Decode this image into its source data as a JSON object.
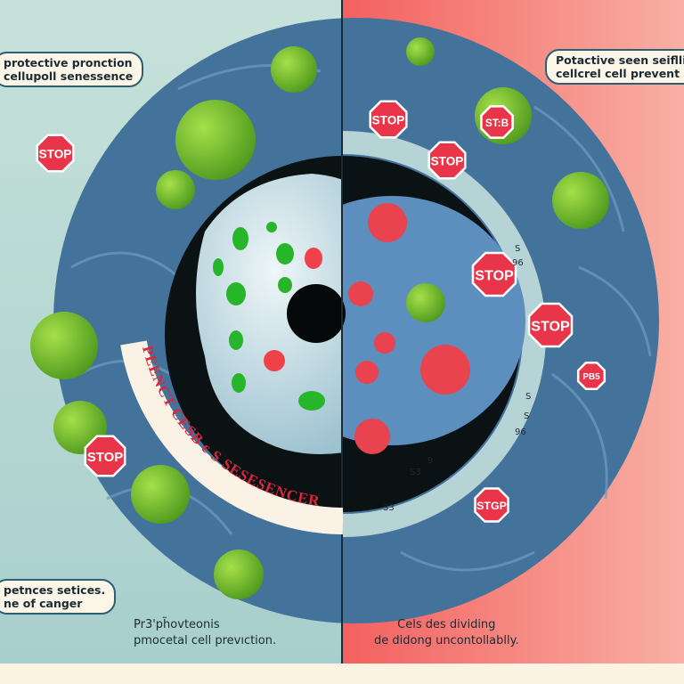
{
  "left_panel": {
    "background": "#b9d9d3",
    "top_bubble": [
      "protective pronction",
      "cellupoll senessence"
    ],
    "bottom_bubble": [
      "petnces setices.",
      "ne of canger"
    ],
    "caption": [
      "Pr3'ph̃ovteonis",
      "pmocetal cell prevıction."
    ],
    "band_label": "PEENCT CESB ε S SESESENCER"
  },
  "right_panel": {
    "background": "#f47a76",
    "top_bubble": [
      "Potactive seen seiflli",
      "cellcrel cell prevent"
    ],
    "caption": [
      "Cels des dividing",
      "de didong uncontollablly."
    ],
    "ring_labels": [
      "S",
      "96",
      "S",
      "S",
      "96",
      "9",
      "S3",
      "33"
    ]
  },
  "stop_signs": [
    {
      "label": "STOP"
    },
    {
      "label": "STOP"
    },
    {
      "label": "STOP"
    },
    {
      "label": "STOP"
    },
    {
      "label": "STOP"
    },
    {
      "label": "STOP"
    },
    {
      "label": "ST:B"
    },
    {
      "label": "STGP"
    },
    {
      "label": "PB5"
    }
  ],
  "colors": {
    "stop_red": "#e8354a",
    "green_cell": "#7cc431",
    "tissue_blue": "#43739a",
    "cancer_cell": "#e8434f",
    "band_red": "#d8263c"
  }
}
